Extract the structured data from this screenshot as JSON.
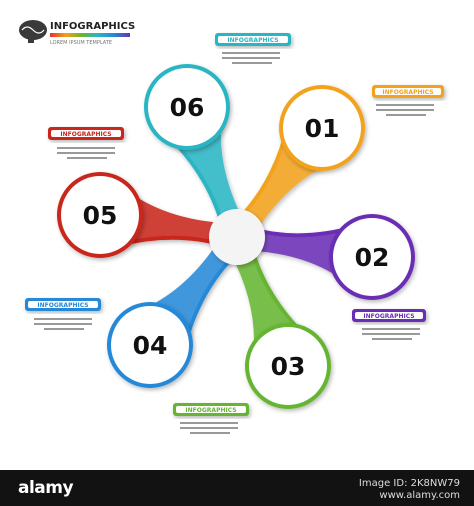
{
  "header": {
    "logo_title": "INFOGRAPHICS",
    "logo_subtitle": "LOREM IPSUM TEMPLATE"
  },
  "steps": [
    {
      "number": "01",
      "color": "#f2a21a",
      "label_text": "INFOGRAPHICS"
    },
    {
      "number": "02",
      "color": "#6a2fb5",
      "label_text": "INFOGRAPHICS"
    },
    {
      "number": "03",
      "color": "#66b530",
      "label_text": "INFOGRAPHICS"
    },
    {
      "number": "04",
      "color": "#2589d8",
      "label_text": "INFOGRAPHICS"
    },
    {
      "number": "05",
      "color": "#c9251f",
      "label_text": "INFOGRAPHICS"
    },
    {
      "number": "06",
      "color": "#2bb5c4",
      "label_text": "INFOGRAPHICS"
    }
  ],
  "watermark": {
    "brand": "alamy",
    "line1": "Image ID: 2K8NW79",
    "line2": "www.alamy.com"
  },
  "colors": {
    "background": "#ffffff",
    "circle_fill": "#ffffff",
    "number_text": "#111111",
    "placeholder_text": "#999999",
    "footer_bg": "#121212"
  }
}
